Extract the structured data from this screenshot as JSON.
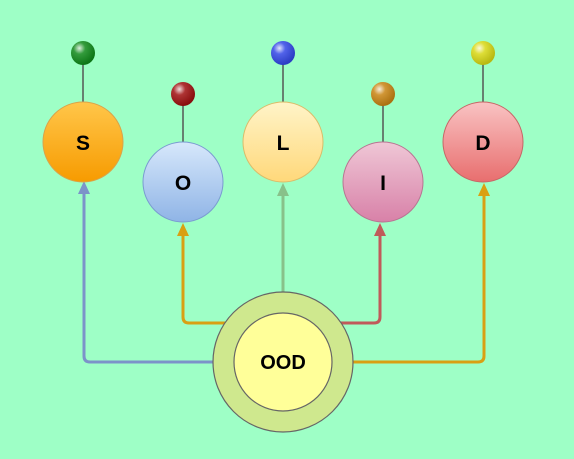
{
  "diagram": {
    "center": {
      "label": "OOD",
      "outer_fill": "#cfe88e",
      "inner_fill": "#ffff99"
    },
    "nodes": [
      {
        "id": "s",
        "label": "S",
        "fill_top": "#ffc64a",
        "fill_bottom": "#f79b00",
        "stroke": "#d9a34a",
        "knob_color": "#0f8a1a",
        "arrow_color": "#7c93c9"
      },
      {
        "id": "o",
        "label": "O",
        "fill_top": "#d7e8fb",
        "fill_bottom": "#8fb4e6",
        "stroke": "#7a9cd0",
        "knob_color": "#a01010",
        "arrow_color": "#d9a013"
      },
      {
        "id": "l",
        "label": "L",
        "fill_top": "#fff4c8",
        "fill_bottom": "#ffd87a",
        "stroke": "#d9bc6a",
        "knob_color": "#3347e6",
        "arrow_color": "#88c18a"
      },
      {
        "id": "i",
        "label": "I",
        "fill_top": "#efc7d6",
        "fill_bottom": "#d881a8",
        "stroke": "#b77592",
        "knob_color": "#c98413",
        "arrow_color": "#c05a5a"
      },
      {
        "id": "d",
        "label": "D",
        "fill_top": "#f9c3c3",
        "fill_bottom": "#e86e6e",
        "stroke": "#c66767",
        "knob_color": "#d8d814",
        "arrow_color": "#d9a013"
      }
    ]
  }
}
